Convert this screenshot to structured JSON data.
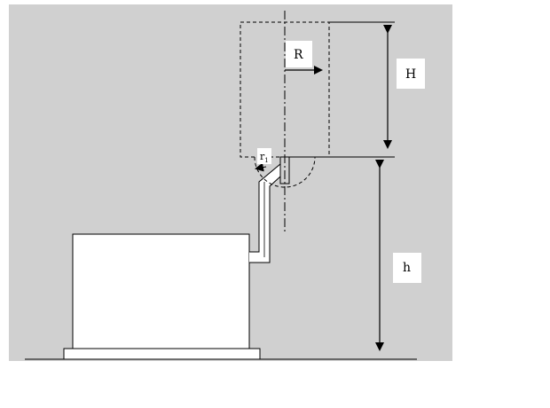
{
  "diagram": {
    "labels": {
      "R": "R",
      "H": "H",
      "h": "h",
      "r1": "r",
      "r1_subscript": "1"
    },
    "colors": {
      "background_panel": "#d0d0d0",
      "page": "#ffffff",
      "line": "#000000",
      "fill_white": "#ffffff"
    }
  }
}
